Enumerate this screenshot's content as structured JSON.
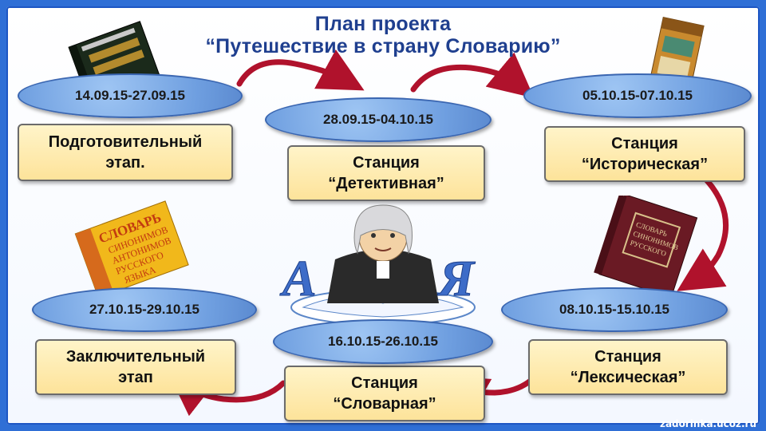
{
  "title": {
    "line1": "План проекта",
    "line2": "“Путешествие в страну Словарию”"
  },
  "stages": [
    {
      "date": "14.09.15-27.09.15",
      "line1": "Подготовительный",
      "line2": "этап."
    },
    {
      "date": "28.09.15-04.10.15",
      "line1": "Станция",
      "line2": "“Детективная”"
    },
    {
      "date": "05.10.15-07.10.15",
      "line1": "Станция",
      "line2": "“Историческая”"
    },
    {
      "date": "08.10.15-15.10.15",
      "line1": "Станция",
      "line2": "“Лексическая”"
    },
    {
      "date": "16.10.15-26.10.15",
      "line1": "Станция",
      "line2": "“Словарная”"
    },
    {
      "date": "27.10.15-29.10.15",
      "line1": "Заключительный",
      "line2": "этап"
    }
  ],
  "footer": {
    "credit": "zadorinka.ucoz.ru"
  },
  "colors": {
    "background": "#2f6fd6",
    "oval": "#7ba6e4",
    "box": "#fde9a8",
    "arrow": "#b0122c",
    "title": "#1f3f8f"
  },
  "illustrations": {
    "book1": "dictionary-book-icon",
    "book2": "dictionary-book-icon",
    "book3": "dictionary-book-icon",
    "book4": "dictionary-book-icon",
    "judge": "scholar-icon",
    "letter_a": "А",
    "letter_ya": "Я"
  }
}
